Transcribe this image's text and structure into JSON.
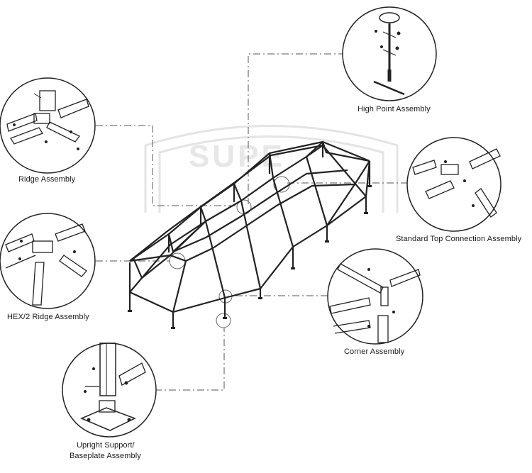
{
  "watermark": "SUPE",
  "labels": {
    "high_point": "High Point Assembly",
    "ridge": "Ridge Assembly",
    "standard_top": "Standard Top Connection Assembly",
    "hex2_ridge": "HEX/2 Ridge Assembly",
    "corner": "Corner Assembly",
    "upright_line1": "Upright Support/",
    "upright_line2": "Baseplate Assembly"
  }
}
